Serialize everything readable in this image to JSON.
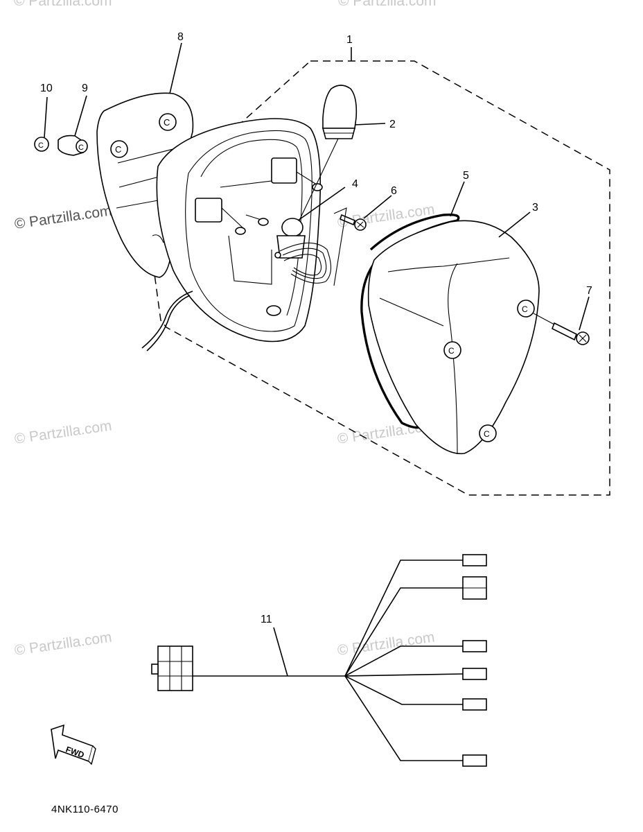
{
  "watermark": "© Partzilla.com",
  "diagram_code": "4NK110-6470",
  "fwd_label": "FWD",
  "callouts": {
    "c1": "1",
    "c2": "2",
    "c3": "3",
    "c4": "4",
    "c5": "5",
    "c6": "6",
    "c7": "7",
    "c8": "8",
    "c9": "9",
    "c10": "10",
    "c11": "11"
  }
}
